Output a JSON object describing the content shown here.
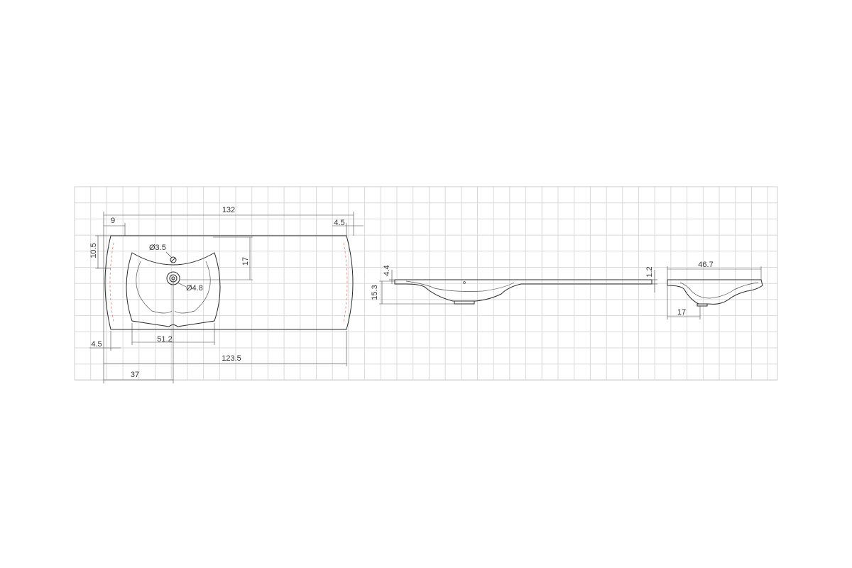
{
  "top_view": {
    "overall_width": "132",
    "left_offset": "9",
    "right_offset": "4.5",
    "tap_hole_offset": "10.5",
    "tap_hole_diameter": "Ø3.5",
    "drain_depth": "17",
    "drain_diameter": "Ø4.8",
    "bowl_width": "51.2",
    "bottom_left_offset": "4.5",
    "body_width": "123.5",
    "drain_center_offset": "37"
  },
  "front_view": {
    "rim_height": "4.4",
    "total_height": "15.3",
    "edge_thickness": "1.2"
  },
  "side_view": {
    "depth": "46.7",
    "drain_offset": "17"
  },
  "colors": {
    "grid": "#d9d9d9",
    "line": "#2a2a2a",
    "hidden_line": "#e07a6a",
    "background": "#ffffff"
  }
}
